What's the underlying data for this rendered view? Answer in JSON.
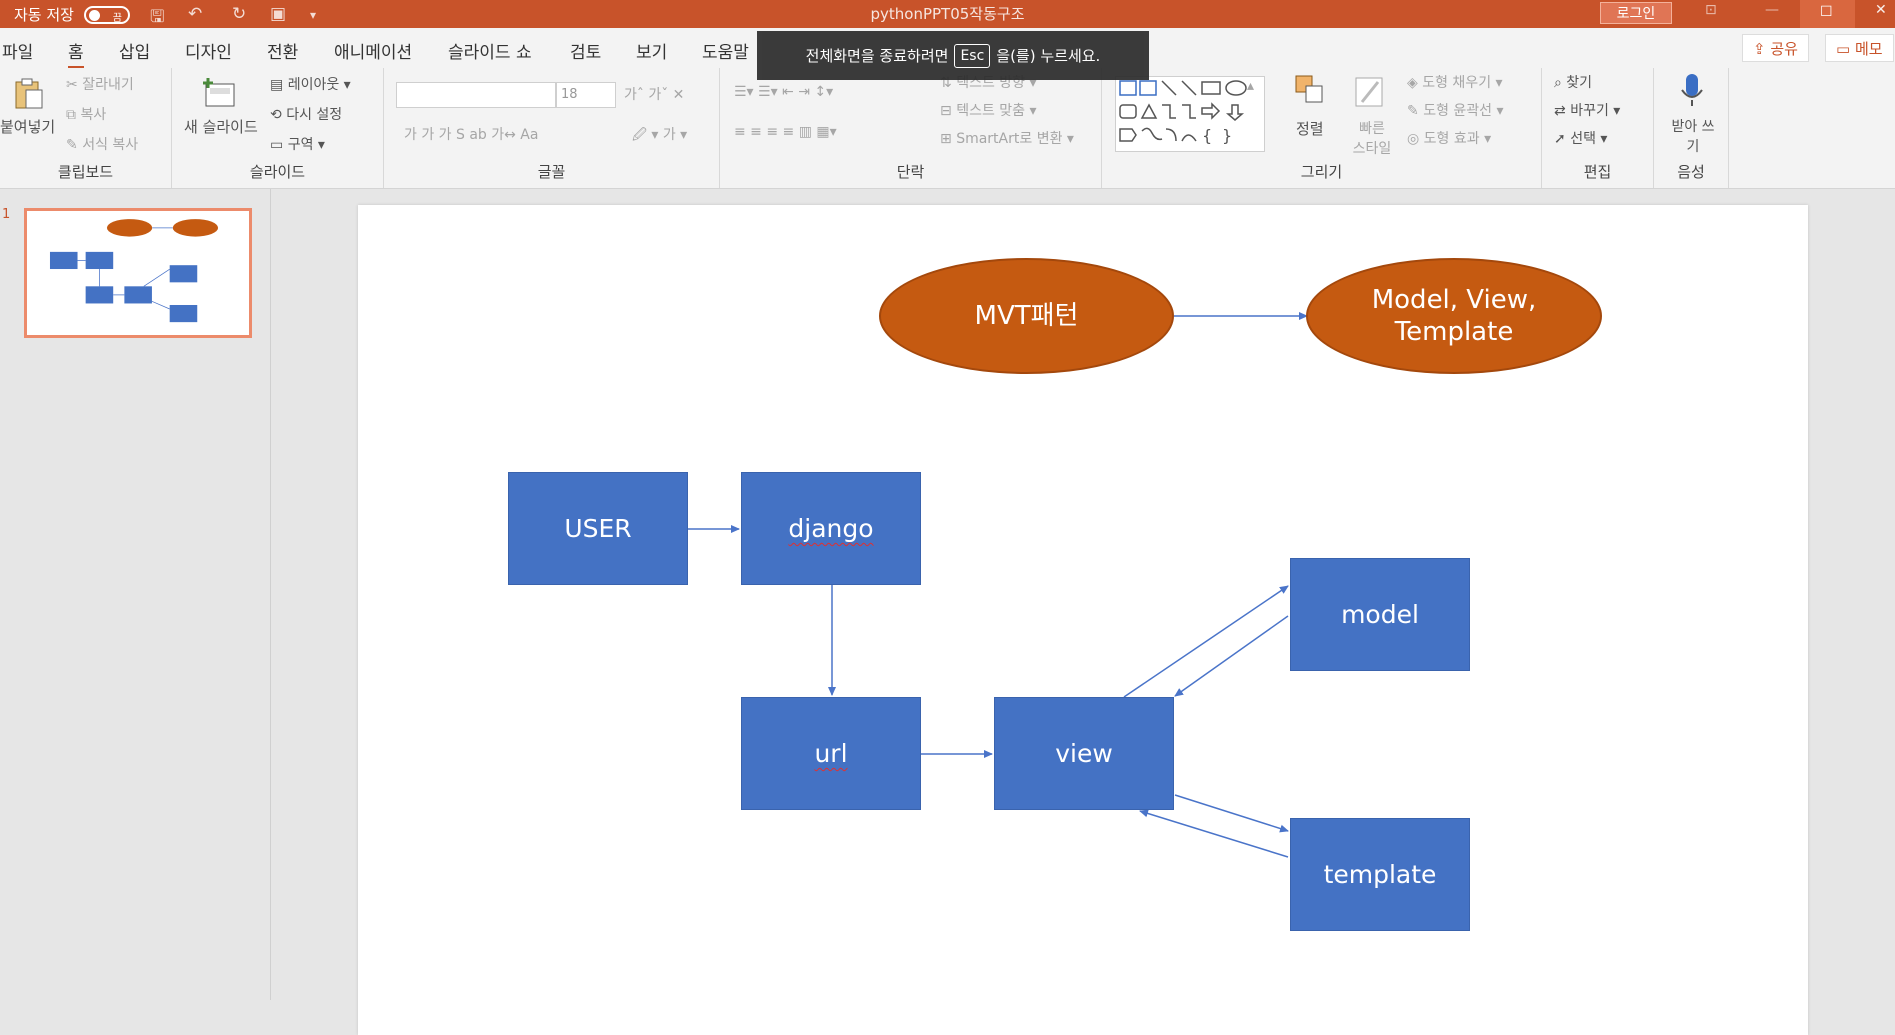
{
  "titlebar": {
    "autosave_label": "자동 저장",
    "autosave_state": "끔",
    "document_title": "pythonPPT05작동구조",
    "login_label": "로그인"
  },
  "ribbon": {
    "tabs": [
      "파일",
      "홈",
      "삽입",
      "디자인",
      "전환",
      "애니메이션",
      "슬라이드 쇼",
      "검토",
      "보기",
      "도움말"
    ],
    "active_tab": "홈",
    "share_label": "공유",
    "memo_label": "메모",
    "clipboard": {
      "paste": "붙여넣기",
      "cut": "잘라내기",
      "copy": "복사",
      "format_painter": "서식 복사",
      "group": "클립보드"
    },
    "slides": {
      "new_slide": "새 슬라이드",
      "layout": "레이아웃",
      "reset": "다시 설정",
      "section": "구역",
      "group": "슬라이드"
    },
    "font": {
      "font_size": "18",
      "group": "글꼴"
    },
    "paragraph": {
      "text_direction": "텍스트 방향",
      "align_text": "텍스트 맞춤",
      "smartart": "SmartArt로 변환",
      "group": "단락"
    },
    "drawing": {
      "arrange": "정렬",
      "quick_styles": "빠른 스타일",
      "shape_fill": "도형 채우기",
      "shape_outline": "도형 윤곽선",
      "shape_effects": "도형 효과",
      "group": "그리기"
    },
    "editing": {
      "find": "찾기",
      "replace": "바꾸기",
      "select": "선택",
      "group": "편집"
    },
    "voice": {
      "dictate": "받아 쓰기",
      "group": "음성"
    }
  },
  "toast": {
    "before": "전체화면을 종료하려면",
    "key": "Esc",
    "after": "을(를) 누르세요."
  },
  "thumbnail": {
    "slide_number": "1"
  },
  "slide": {
    "oval_mvt": "MVT패턴",
    "oval_mvt_desc_line1": "Model, View,",
    "oval_mvt_desc_line2": "Template",
    "box_user": "USER",
    "box_django": "django",
    "box_url": "url",
    "box_view": "view",
    "box_model": "model",
    "box_template": "template"
  },
  "colors": {
    "accent": "#c8532a",
    "box_blue": "#4472c4",
    "oval_orange": "#c55a11",
    "arrow": "#4a74c9"
  }
}
